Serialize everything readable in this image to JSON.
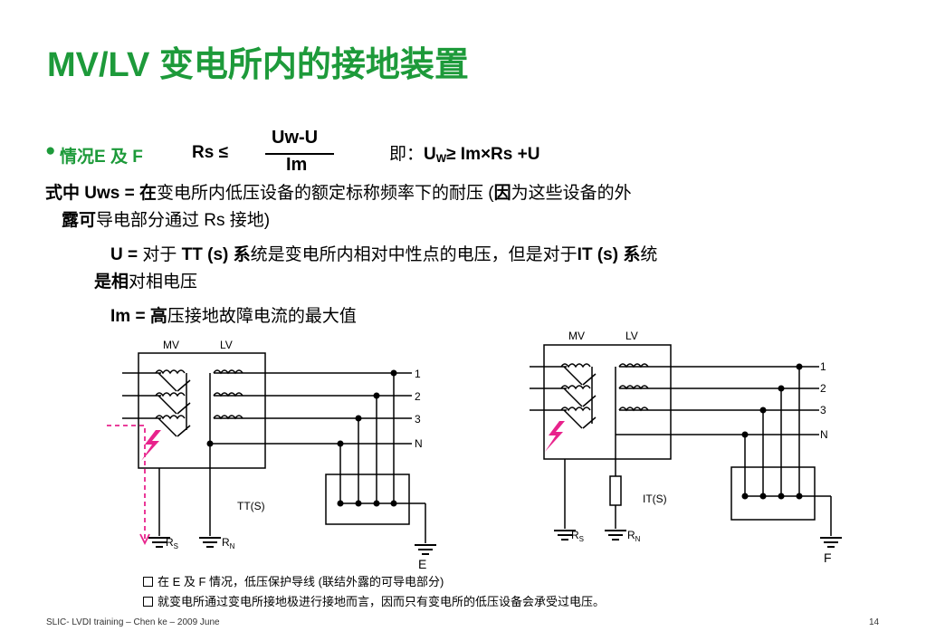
{
  "title": "MV/LV 变电所内的接地装置",
  "formula": {
    "bullet": "●",
    "case_label": "情况E 及 F",
    "rs_le": "Rs ≤",
    "numerator": "Uw-U",
    "denominator": "Im",
    "ie_prefix": "即：",
    "u": "U",
    "w_sub": "W",
    "rhs": "≥ Im×Rs +U"
  },
  "text": {
    "line1_a": "式中  Uws = 在",
    "line1_b": "变电所内低压设备的额定标称频率下的耐压 (",
    "line1_c": "因",
    "line1_d": "为这些设备的外",
    "line2_a": "露可",
    "line2_b": "导电部分通过 Rs 接地)",
    "line3_a": "U = ",
    "line3_b": "对于 ",
    "line3_c": "TT (s) 系",
    "line3_d": "统是变电所内相对中性点的电压，但是对于",
    "line3_e": "IT (s) 系",
    "line3_f": "统",
    "line4_a": "是相",
    "line4_b": "对相电压",
    "line5_a": "Im = 高",
    "line5_b": "压接地故障电流的最大值"
  },
  "diagram_left": {
    "mv": "MV",
    "lv": "LV",
    "n1": "1",
    "n2": "2",
    "n3": "3",
    "nN": "N",
    "scheme": "TT(S)",
    "r": "R",
    "s": "S",
    "n": "N",
    "letter": "E"
  },
  "diagram_right": {
    "mv": "MV",
    "lv": "LV",
    "n1": "1",
    "n2": "2",
    "n3": "3",
    "nN": "N",
    "scheme": "IT(S)",
    "r": "R",
    "s": "S",
    "n": "N",
    "letter": "F"
  },
  "notes": [
    "在 E 及 F 情况，低压保护导线 (联结外露的可导电部分)",
    "就变电所通过变电所接地极进行接地而言，因而只有变电所的低压设备会承受过电压。"
  ],
  "footer": {
    "left": "SLIC- LVDI training – Chen ke – 2009 June",
    "page": "14"
  },
  "colors": {
    "title": "#1d9a3a",
    "fault": "#e8238c",
    "line": "#000000"
  }
}
